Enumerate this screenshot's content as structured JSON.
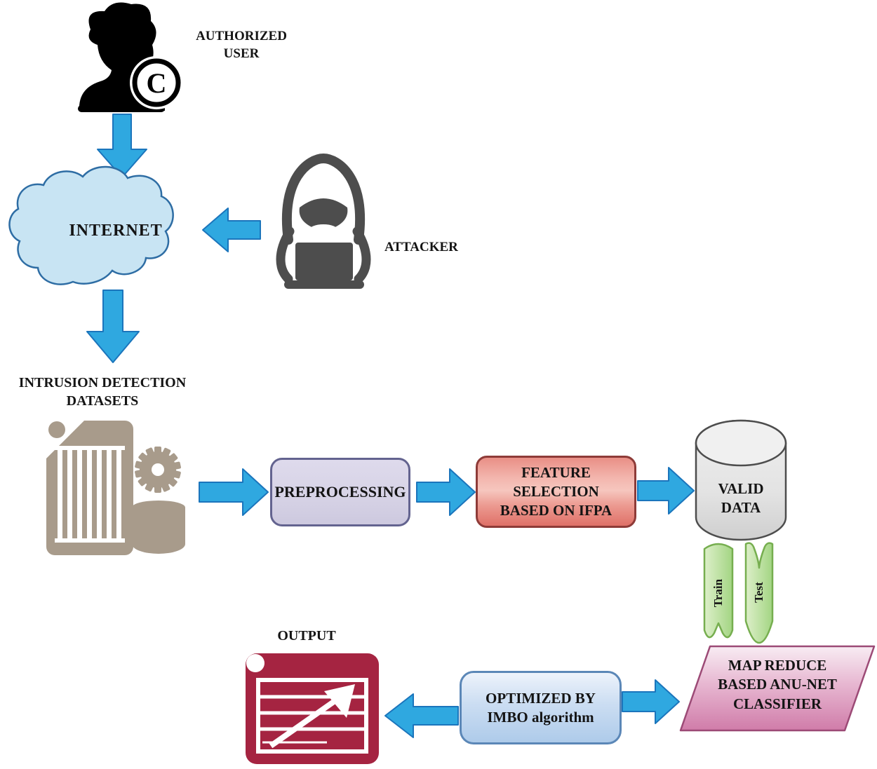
{
  "figure": {
    "nodes": {
      "authorized_user": "AUTHORIZED USER",
      "internet": "INTERNET",
      "attacker": "ATTACKER",
      "intrusion_datasets": "INTRUSION DETECTION DATASETS",
      "preprocessing": "PREPROCESSING",
      "feature_selection": "FEATURE SELECTION BASED ON IFPA",
      "valid_data": "VALID DATA",
      "train": "Train",
      "test": "Test",
      "map_reduce_classifier": "MAP REDUCE BASED ANU-NET CLASSIFIER",
      "optimized_by_imbo": "OPTIMIZED BY IMBO algorithm",
      "output": "OUTPUT",
      "copyright_letter": "C"
    },
    "icons": {
      "user": "user-silhouette-icon",
      "copyright": "copyright-badge-icon",
      "cloud": "internet-cloud-icon",
      "attacker": "hooded-hacker-laptop-icon",
      "datasets": "database-document-gear-icon",
      "valid_data": "database-cylinder-icon",
      "train": "train-ribbon-icon",
      "test": "test-ribbon-icon",
      "output": "chart-report-icon"
    },
    "colors": {
      "arrow_fill": "#2FA8E0",
      "arrow_stroke": "#1B75BC",
      "cloud_fill": "#C8E4F3",
      "cloud_stroke": "#2E6DA4",
      "user_icon": "#000000",
      "attacker_icon": "#4D4D4D",
      "dataset_icon": "#A89B8B",
      "prep_stroke": "#63638F",
      "feature_stroke": "#8E3B38",
      "cylinder_stroke": "#4D4D4D",
      "ribbon_stroke": "#76AE4F",
      "para_stroke": "#9C4A76",
      "opt_stroke": "#5B87B7",
      "output_icon": "#A52441"
    }
  }
}
